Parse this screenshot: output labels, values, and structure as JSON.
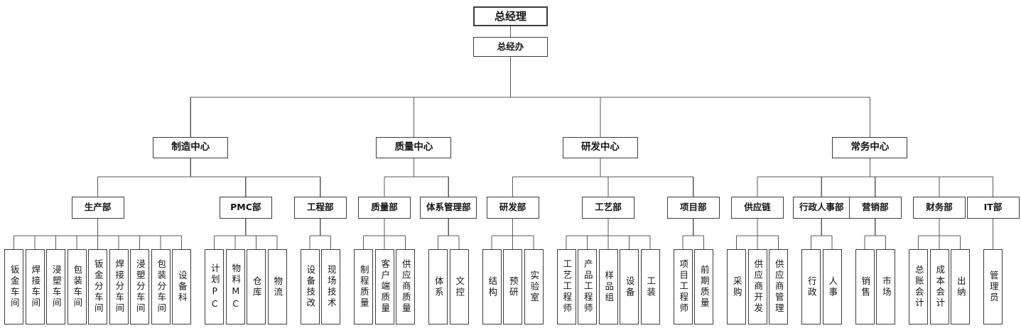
{
  "canvas": {
    "background": "#ffffff",
    "line_color": "#595959",
    "box_border_color": "#3d3d3d",
    "text_color": "#141414"
  },
  "root": {
    "label": "总经理"
  },
  "office": {
    "label": "总经办"
  },
  "centers": [
    {
      "label": "制造中心",
      "departments": [
        {
          "label": "生产部",
          "units": [
            "钣金车间",
            "焊接车间",
            "浸塑车间",
            "包装车间",
            "钣金分车间",
            "焊接分车间",
            "浸塑分车间",
            "包装分车间",
            "设备科"
          ]
        },
        {
          "label": "PMC部",
          "units": [
            "计划PC",
            "物料MC",
            "仓库",
            "物流"
          ]
        },
        {
          "label": "工程部",
          "units": [
            "设备技改",
            "现场技术"
          ]
        }
      ]
    },
    {
      "label": "质量中心",
      "departments": [
        {
          "label": "质量部",
          "units": [
            "制程质量",
            "客户端质量",
            "供应商质量"
          ]
        },
        {
          "label": "体系管理部",
          "units": [
            "体系",
            "文控"
          ]
        }
      ]
    },
    {
      "label": "研发中心",
      "departments": [
        {
          "label": "研发部",
          "units": [
            "结构",
            "预研",
            "实验室"
          ]
        },
        {
          "label": "工艺部",
          "units": [
            "工艺工程师",
            "产品工程师",
            "样品组",
            "设备",
            "工装"
          ]
        },
        {
          "label": "项目部",
          "units": [
            "项目工程师",
            "前期质量"
          ]
        }
      ]
    },
    {
      "label": "常务中心",
      "departments": [
        {
          "label": "供应链",
          "units": [
            "采购",
            "供应商开发",
            "供应商管理"
          ]
        },
        {
          "label": "行政人事部",
          "units": [
            "行政",
            "人事"
          ]
        },
        {
          "label": "营销部",
          "units": [
            "销售",
            "市场"
          ]
        },
        {
          "label": "财务部",
          "units": [
            "总账会计",
            "成本会计",
            "出纳"
          ]
        },
        {
          "label": "IT部",
          "units": [
            "管理员"
          ]
        }
      ]
    }
  ]
}
